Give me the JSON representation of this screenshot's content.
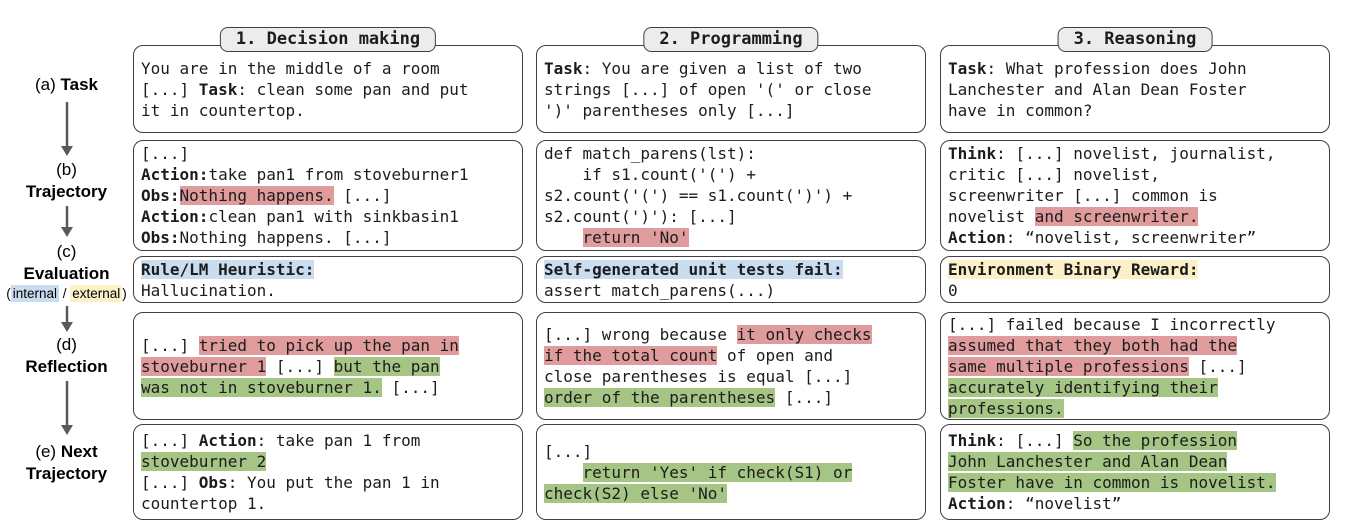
{
  "colors": {
    "red": "#e09c9c",
    "green": "#a5c585",
    "blue": "#c9dcf0",
    "yellow": "#fcf0c8",
    "arrow": "#5a5a5a",
    "pill_bg": "#ececec",
    "border": "#3f3f3f"
  },
  "rail": {
    "labels": [
      {
        "id": "a",
        "segments": [
          {
            "t": "(a) "
          },
          {
            "t": "Task",
            "b": true
          }
        ]
      },
      {
        "id": "b",
        "segments": [
          {
            "t": "(b)\n"
          },
          {
            "t": "Trajectory",
            "b": true
          }
        ]
      },
      {
        "id": "c",
        "segments": [
          {
            "t": "(c)\n"
          },
          {
            "t": "Evaluation",
            "b": true
          }
        ],
        "sub": [
          {
            "t": "("
          },
          {
            "t": "internal",
            "h": "blue"
          },
          {
            "t": " / "
          },
          {
            "t": "external",
            "h": "yellow"
          },
          {
            "t": ")"
          }
        ]
      },
      {
        "id": "d",
        "segments": [
          {
            "t": "(d)\n"
          },
          {
            "t": "Reflection",
            "b": true
          }
        ]
      },
      {
        "id": "e",
        "segments": [
          {
            "t": "(e) "
          },
          {
            "t": "Next",
            "b": true
          },
          {
            "t": "\n"
          },
          {
            "t": "Trajectory",
            "b": true
          }
        ]
      }
    ]
  },
  "columns": [
    {
      "title": "1. Decision making",
      "task": [
        {
          "t": "You are in the middle of a room\n[...] "
        },
        {
          "t": "Task",
          "b": true
        },
        {
          "t": ": clean some pan and put\nit in countertop."
        }
      ],
      "trajectory": [
        {
          "t": "[...]\n"
        },
        {
          "t": "Action:",
          "b": true
        },
        {
          "t": "take pan1 from stoveburner1\n"
        },
        {
          "t": "Obs:",
          "b": true
        },
        {
          "t": "Nothing happens.",
          "h": "red"
        },
        {
          "t": " [...]\n"
        },
        {
          "t": "Action:",
          "b": true
        },
        {
          "t": "clean pan1 with sinkbasin1\n"
        },
        {
          "t": "Obs:",
          "b": true
        },
        {
          "t": "Nothing happens. [...]"
        }
      ],
      "evaluation": [
        {
          "t": "Rule/LM Heuristic:",
          "b": true,
          "h": "blue"
        },
        {
          "t": "\nHallucination."
        }
      ],
      "reflection": [
        {
          "t": "[...] "
        },
        {
          "t": "tried to pick up the pan in\nstoveburner 1",
          "h": "red"
        },
        {
          "t": " [...] "
        },
        {
          "t": "but the pan\nwas not in stoveburner 1.",
          "h": "green"
        },
        {
          "t": " [...]"
        }
      ],
      "next_trajectory": [
        {
          "t": "[...] "
        },
        {
          "t": "Action",
          "b": true
        },
        {
          "t": ": take pan 1 from\n"
        },
        {
          "t": "stoveburner 2",
          "h": "green"
        },
        {
          "t": "\n[...] "
        },
        {
          "t": "Obs",
          "b": true
        },
        {
          "t": ": You put the pan 1 in\ncountertop 1."
        }
      ]
    },
    {
      "title": "2. Programming",
      "task": [
        {
          "t": "Task",
          "b": true
        },
        {
          "t": ": You are given a list of two\nstrings [...] of open '(' or close\n')' parentheses only [...]"
        }
      ],
      "trajectory": [
        {
          "t": "def match_parens(lst):\n    if s1.count('(') +\ns2.count('(') == s1.count(')') +\ns2.count(')'): [...]\n    "
        },
        {
          "t": "return 'No'",
          "h": "red"
        }
      ],
      "evaluation": [
        {
          "t": "Self-generated unit tests fail:",
          "b": true,
          "h": "blue"
        },
        {
          "t": "\nassert match_parens(...)"
        }
      ],
      "reflection": [
        {
          "t": "[...] wrong because "
        },
        {
          "t": "it only checks\nif the total count",
          "h": "red"
        },
        {
          "t": " of open and\nclose parentheses is equal [...]\n"
        },
        {
          "t": "order of the parentheses",
          "h": "green"
        },
        {
          "t": " [...]"
        }
      ],
      "next_trajectory": [
        {
          "t": "[...]\n    "
        },
        {
          "t": "return 'Yes' if check(S1) or\ncheck(S2) else 'No'",
          "h": "green"
        }
      ]
    },
    {
      "title": "3. Reasoning",
      "task": [
        {
          "t": "Task",
          "b": true
        },
        {
          "t": ": What profession does John\nLanchester and Alan Dean Foster\nhave in common?"
        }
      ],
      "trajectory": [
        {
          "t": "Think",
          "b": true
        },
        {
          "t": ": [...] novelist, journalist,\ncritic [...] novelist,\nscreenwriter [...] common is\nnovelist "
        },
        {
          "t": "and screenwriter.",
          "h": "red"
        },
        {
          "t": "\n"
        },
        {
          "t": "Action",
          "b": true
        },
        {
          "t": ": “novelist, screenwriter”"
        }
      ],
      "evaluation": [
        {
          "t": "Environment Binary Reward:",
          "b": true,
          "h": "yellow"
        },
        {
          "t": "\n0"
        }
      ],
      "reflection": [
        {
          "t": "[...] failed because I incorrectly\n"
        },
        {
          "t": "assumed that they both had the\nsame multiple professions",
          "h": "red"
        },
        {
          "t": " [...]\n"
        },
        {
          "t": "accurately identifying their\nprofessions.",
          "h": "green"
        }
      ],
      "next_trajectory": [
        {
          "t": "Think",
          "b": true
        },
        {
          "t": ": [...] "
        },
        {
          "t": "So the profession\nJohn Lanchester and Alan Dean\nFoster have in common is novelist.",
          "h": "green"
        },
        {
          "t": "\n"
        },
        {
          "t": "Action",
          "b": true
        },
        {
          "t": ": “novelist”"
        }
      ]
    }
  ]
}
